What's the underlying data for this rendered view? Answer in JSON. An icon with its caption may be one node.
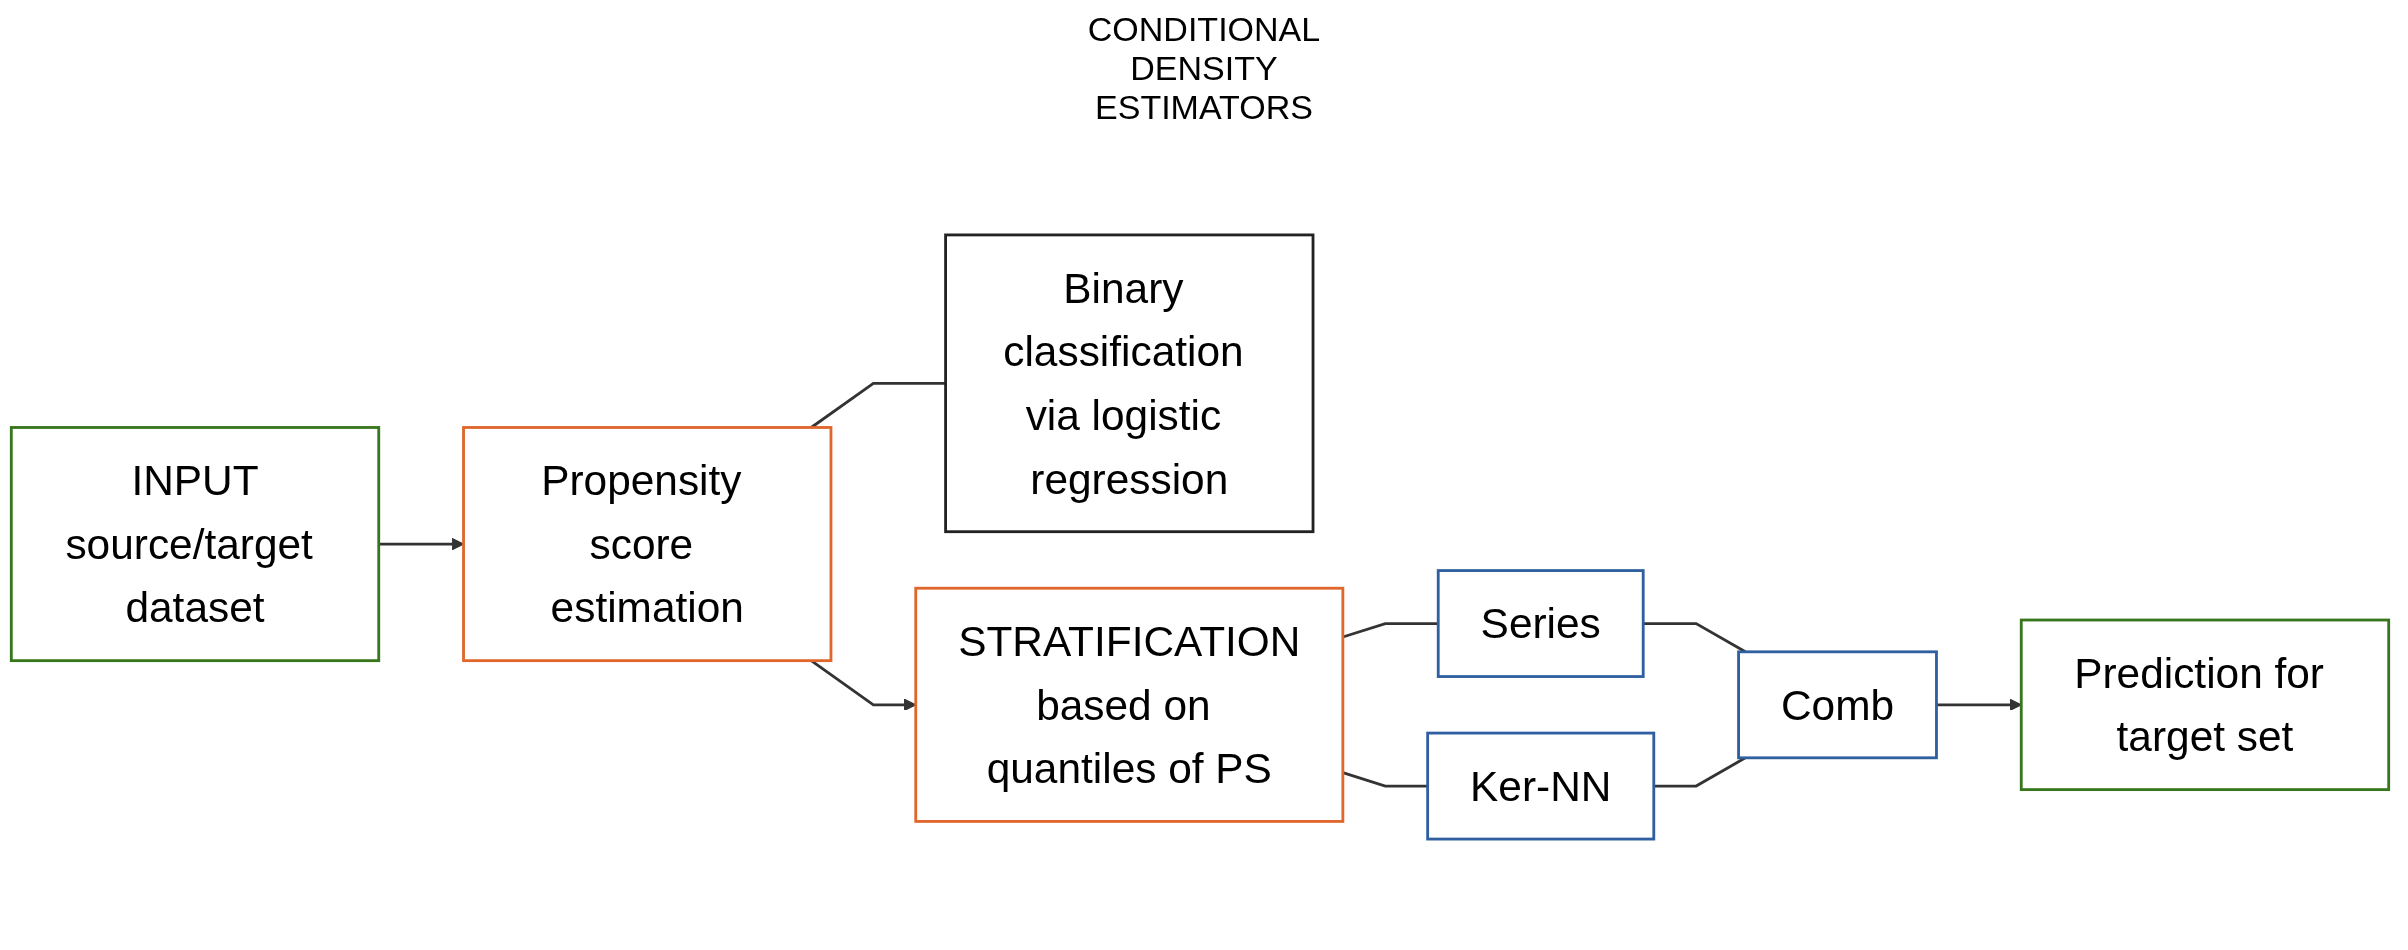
{
  "diagram": {
    "nodes": [
      {
        "text": [
          "INPUT",
          "source/target dataset"
        ]
      },
      {
        "text": [
          "Propensity score estimation"
        ]
      },
      {
        "text": [
          "Binary classification via logistic regression"
        ]
      },
      {
        "text": [
          "STRATIFICATION",
          "based on quantiles of PS"
        ]
      },
      {
        "text": [
          "Series"
        ]
      },
      {
        "text": [
          "Ker-NN"
        ]
      },
      {
        "text": [
          "Comb"
        ]
      },
      {
        "text": [
          "Prediction for target set"
        ]
      }
    ],
    "edges": [
      {
        "from": 0,
        "to": 1,
        "arrow": "to"
      },
      {
        "from": 1,
        "to": 2,
        "arrow": "none"
      },
      {
        "from": 1,
        "to": 3,
        "arrow": "to"
      },
      {
        "from": 3,
        "to": 4,
        "arrow": "none"
      },
      {
        "from": 3,
        "to": 5,
        "arrow": "none"
      },
      {
        "from": 4,
        "to": 6,
        "arrow": "none"
      },
      {
        "from": 5,
        "to": 6,
        "arrow": "none"
      },
      {
        "from": 6,
        "to": 7,
        "arrow": "to"
      }
    ],
    "labels": [
      "CONDITIONAL DENSITY ESTIMATORS"
    ]
  }
}
